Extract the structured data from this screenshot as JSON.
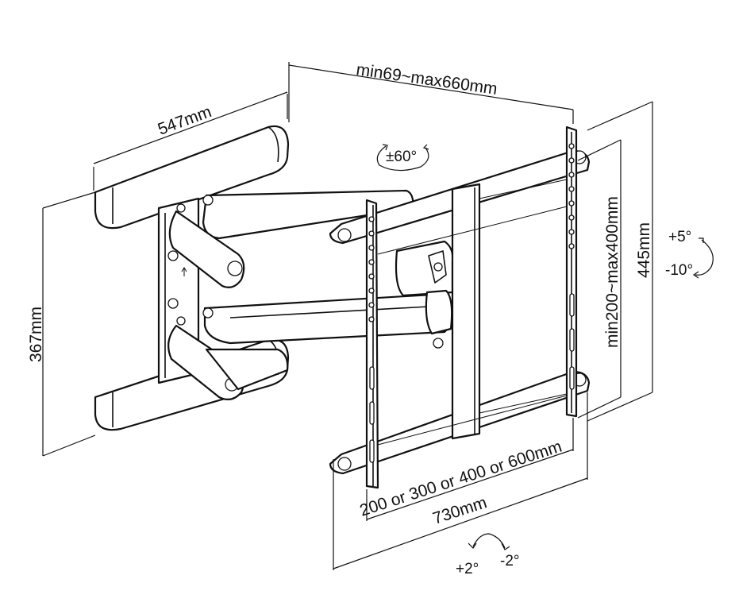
{
  "diagram": {
    "subject": "full-motion TV wall mount line drawing",
    "colors": {
      "ink": "#111111",
      "background": "#ffffff"
    },
    "labels": {
      "extension": "min69~max660mm",
      "wall_plate_width": "547mm",
      "swivel": "±60°",
      "vesa_vertical": "min200~max400mm",
      "overall_height": "445mm",
      "tilt_up": "+5°",
      "tilt_down": "-10°",
      "wall_plate_height": "367mm",
      "vesa_horizontal": "200 or 300 or 400 or 600mm",
      "overall_width": "730mm",
      "level_plus": "+2°",
      "level_minus": "-2°"
    }
  }
}
